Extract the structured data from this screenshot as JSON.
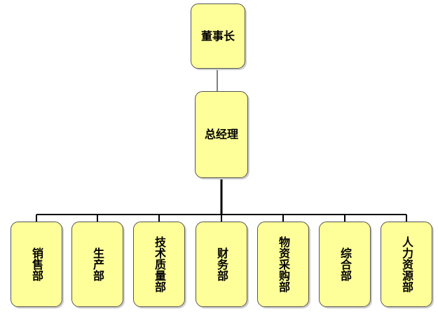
{
  "org_chart": {
    "root": {
      "label": "董事长"
    },
    "manager": {
      "label": "总经理"
    },
    "departments": [
      {
        "label": "销售部"
      },
      {
        "label": "生产部"
      },
      {
        "label": "技术质量部"
      },
      {
        "label": "财务部"
      },
      {
        "label": "物资采购部"
      },
      {
        "label": "综合部"
      },
      {
        "label": "人力资源部"
      }
    ],
    "colors": {
      "box_fill": "#ffff99",
      "box_border": "#555555",
      "connector": "#000000"
    }
  }
}
